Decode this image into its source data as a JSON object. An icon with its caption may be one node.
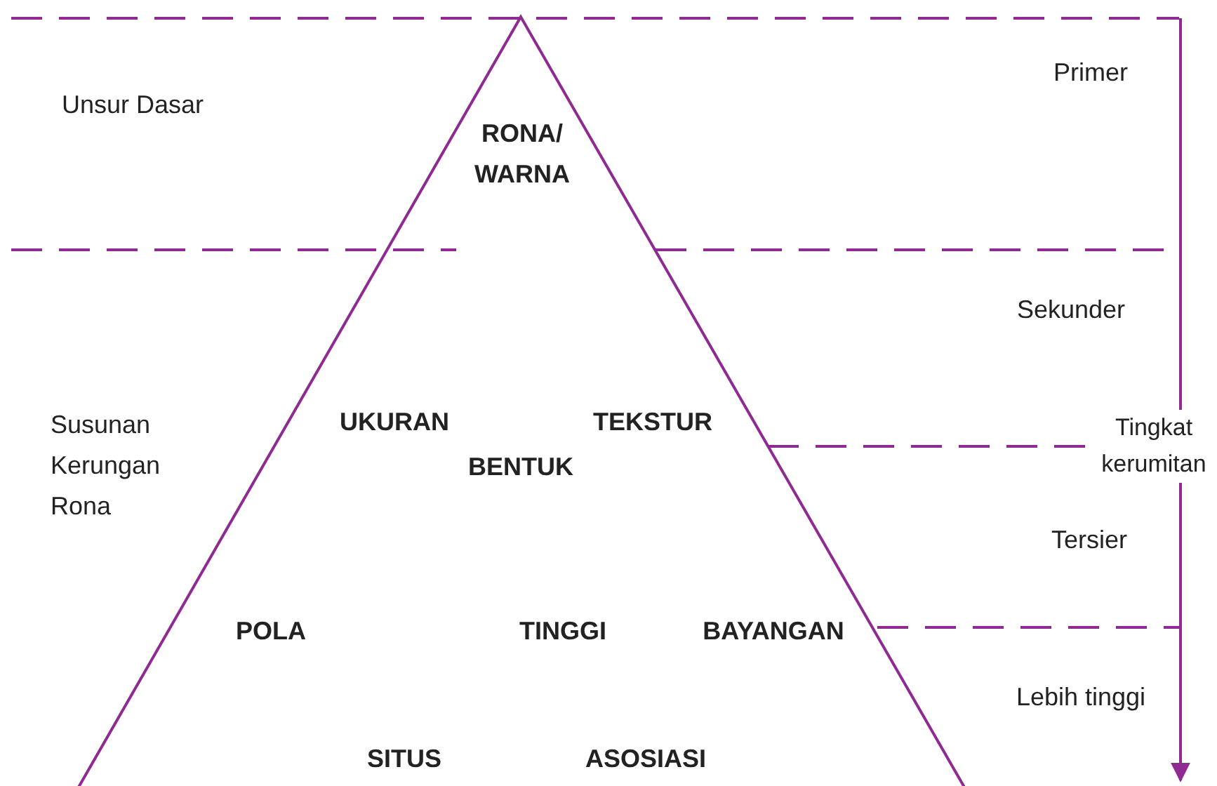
{
  "diagram": {
    "labels": [
      "Unsur Dasar",
      "RONA/ WARNA",
      "Primer",
      "Sekunder",
      "Susunan Kerungan Rona",
      "UKURAN",
      "TEKSTUR",
      "BENTUK",
      "Tingkat kerumitan",
      "Tersier",
      "POLA",
      "TINGGI",
      "BAYANGAN",
      "Lebih tinggi",
      "SITUS",
      "ASOSIASI"
    ]
  }
}
